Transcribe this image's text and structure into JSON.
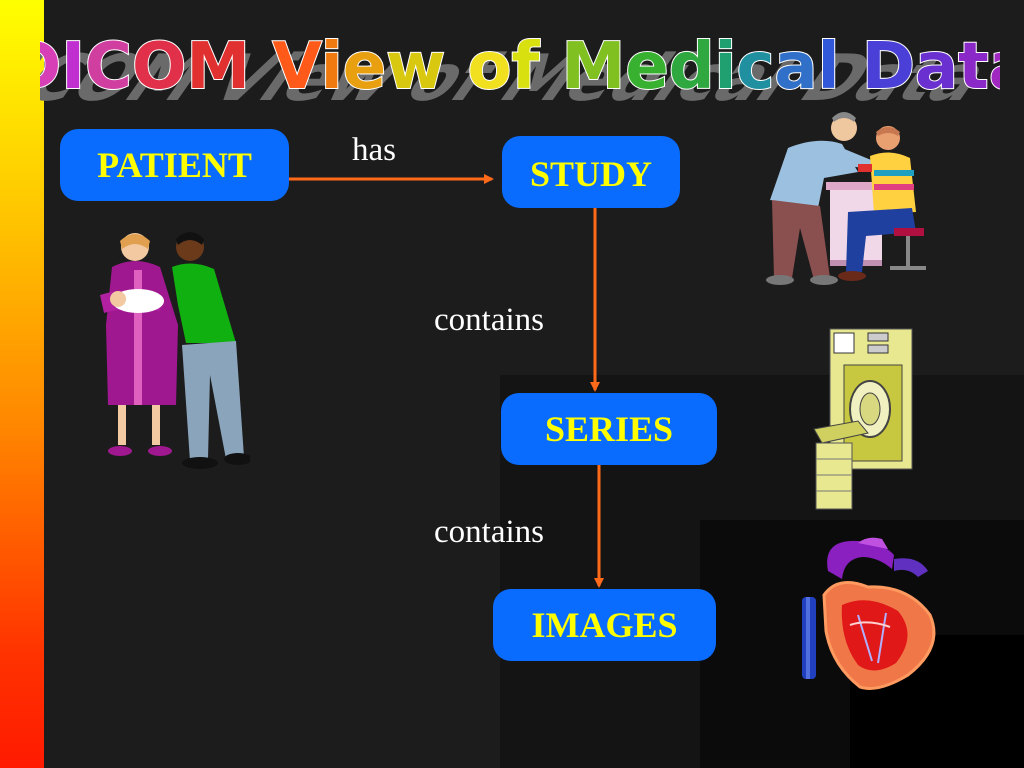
{
  "title": "DICOM View of Medical Data",
  "boxes": {
    "patient": "PATIENT",
    "study": "STUDY",
    "series": "SERIES",
    "images": "IMAGES"
  },
  "relations": {
    "has": "has",
    "contains_1": "contains",
    "contains_2": "contains"
  },
  "icons": [
    "family-clipart-icon",
    "doctor-patient-clipart-icon",
    "scanner-clipart-icon",
    "heart-clipart-icon"
  ],
  "colors": {
    "box_fill": "#0a6cff",
    "box_text": "#ffff00",
    "arrow": "#ff6a1a",
    "background": "#1c1c1c",
    "title_letters": [
      "#d63fb5",
      "#c02fd0",
      "#d03fa0",
      "#e0304a",
      "#e03030",
      "#ff5a1a",
      "#f07a10",
      "#e8a010",
      "#d8c810",
      "#f0e020",
      "#d8e010",
      "#80c020",
      "#38b030",
      "#30a840",
      "#20a070",
      "#2090a0",
      "#3070c8",
      "#3058d8",
      "#4a40d8",
      "#6a30d0",
      "#8a28c8",
      "#a028c0"
    ]
  }
}
